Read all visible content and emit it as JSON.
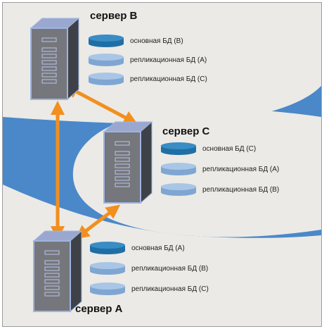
{
  "colors": {
    "background_band": "#4a88c9",
    "bubble": "#ebeae6",
    "arrow": "#f28f1e",
    "server_front": "#76777c",
    "server_side": "#3e4147",
    "server_top": "#9aa8cf",
    "server_outline": "#9fb3e0",
    "db_primary": "#1f6fa6",
    "db_replica": "#8fb4dd"
  },
  "servers": [
    {
      "id": "B",
      "title": "сервер В",
      "databases": [
        {
          "kind": "primary",
          "label": "основная БД (В)"
        },
        {
          "kind": "replica",
          "label": "репликационная БД (А)"
        },
        {
          "kind": "replica",
          "label": "репликационная БД (С)"
        }
      ]
    },
    {
      "id": "C",
      "title": "сервер С",
      "databases": [
        {
          "kind": "primary",
          "label": "основная БД (С)"
        },
        {
          "kind": "replica",
          "label": "репликационная БД (А)"
        },
        {
          "kind": "replica",
          "label": "репликационная БД (В)"
        }
      ]
    },
    {
      "id": "A",
      "title": "сервер А",
      "databases": [
        {
          "kind": "primary",
          "label": "основная БД (А)"
        },
        {
          "kind": "replica",
          "label": "репликационная БД (В)"
        },
        {
          "kind": "replica",
          "label": "репликационная БД (С)"
        }
      ]
    }
  ],
  "connections": [
    {
      "from": "B",
      "to": "C"
    },
    {
      "from": "B",
      "to": "A"
    },
    {
      "from": "C",
      "to": "A"
    }
  ]
}
